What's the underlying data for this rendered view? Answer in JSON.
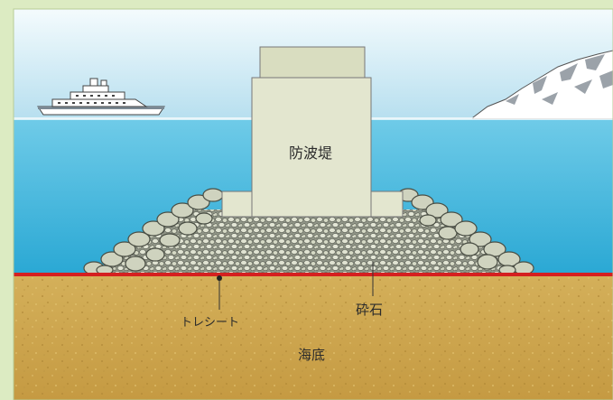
{
  "labels": {
    "breakwater": "防波堤",
    "gravel": "砕石",
    "trey_sheet": "トレシート",
    "seabed": "海底"
  },
  "colors": {
    "frame": "#dcebc2",
    "sky_top": "#c9e6f2",
    "sea": "#3fb6dc",
    "seabed": "#c9a24c",
    "sheet_line": "#d52020",
    "stone": "#cfd3bf",
    "concrete": "#e3e6cf"
  },
  "icons": {
    "ship": "ship-icon",
    "mountain": "snow-mountain-icon"
  }
}
